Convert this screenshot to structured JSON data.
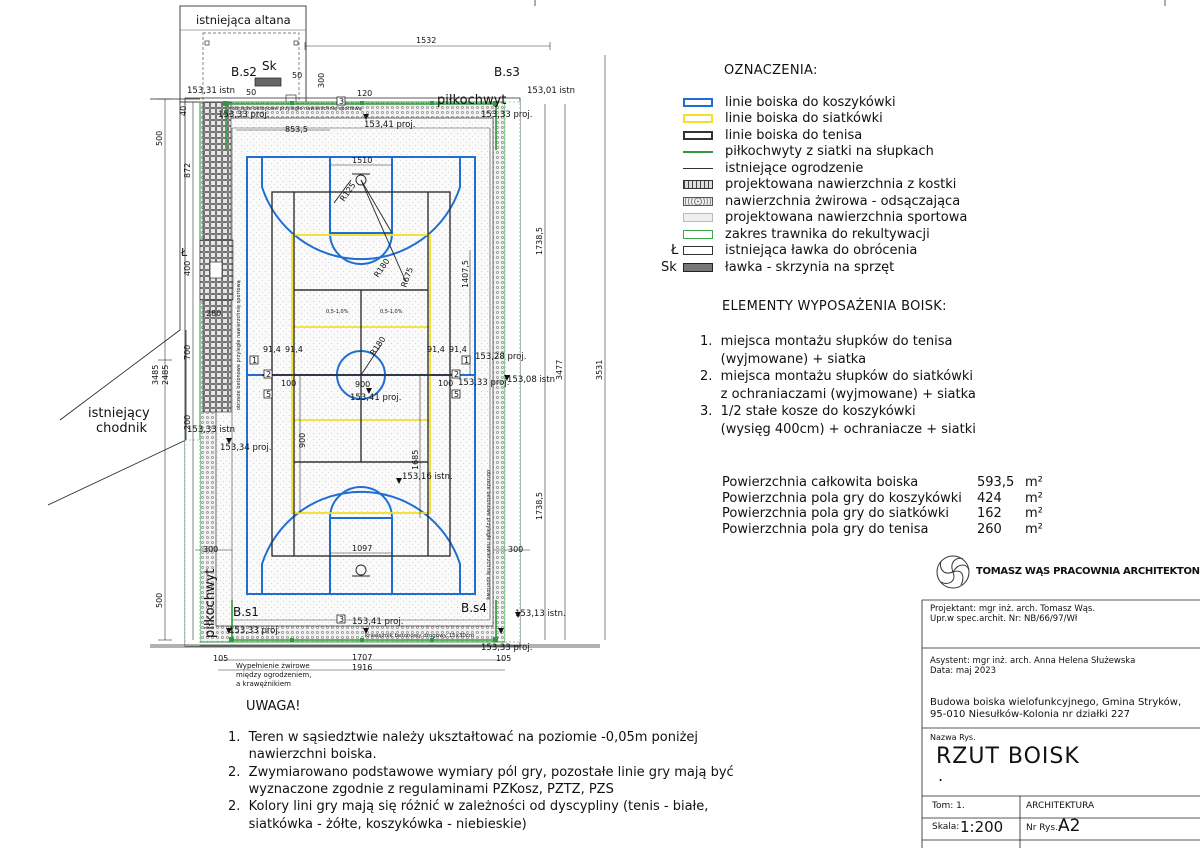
{
  "plan": {
    "labels": {
      "altana": "istniejąca altana",
      "bs1": "B.s1",
      "bs2": "B.s2",
      "bs3": "B.s3",
      "bs4": "B.s4",
      "sk": "Sk",
      "pilkochwyt_top": "piłkochwyt",
      "pilkochwyt_left": "piłkochwyt",
      "chodnik1": "istniejący",
      "chodnik2": "chodnik",
      "l_mark": "Ł",
      "wypelnienie1": "Wypełnienie żwirowe",
      "wypelnienie2": "między ogrodzeniem,",
      "wypelnienie3": "a krawężnikiem",
      "kraweznik": "krawężnik betonowy drogowy 15x30cm",
      "obrzeze": "obrzeże betonowe przyległe nawierzchnię sportową"
    },
    "dims": {
      "d1532": "1532",
      "d1510": "1510",
      "d8535": "853,5",
      "d300a": "300",
      "d120": "120",
      "d500a": "500",
      "d872": "872",
      "d400": "400",
      "d280": "280",
      "d700": "700",
      "d200": "200",
      "d500b": "500",
      "d3485": "3485",
      "d2485": "2485",
      "d17385a": "1738,5",
      "d17385b": "1738,5",
      "d3477": "3477",
      "d3531": "3531",
      "d14075": "1407,5",
      "d1685": "1685",
      "d900a": "900",
      "d900b": "900",
      "d1097": "1097",
      "d105a": "105",
      "d105b": "105",
      "d1707": "1707",
      "d1916": "1916",
      "d914a": "91,4",
      "d914b": "91,4",
      "d914c": "91,4",
      "d914d": "91,4",
      "d100a": "100",
      "d100b": "100",
      "d300b": "300",
      "d300c": "300",
      "r125": "R125",
      "r180": "R180",
      "r675": "R675",
      "r180b": "R180",
      "n1a": "1",
      "n1b": "1",
      "n2a": "2",
      "n2b": "2",
      "n3a": "3",
      "n3b": "3",
      "n5a": "5",
      "n5b": "5",
      "n50": "50",
      "n50b": "50",
      "n40": "40",
      "slope1": "0,5-1,0%",
      "slope2": "0,5-1,0%"
    },
    "levels": {
      "l1": "153,31 istn",
      "l2": "153,33 proj.",
      "l3": "153,41 proj.",
      "l4": "153,33 proj.",
      "l5": "153,01 istn",
      "l6": "153,28 proj.",
      "l7": "153,33 proj.",
      "l8": "153,08 istn",
      "l9": "153,41 proj.",
      "l10": "153,33 istn",
      "l11": "153,34 proj.",
      "l12": "153,16 istn.",
      "l13": "153,13 istn.",
      "l14": "153,33 proj.",
      "l15": "153,41 proj.",
      "l16": "153,33 proj."
    }
  },
  "legend": {
    "title": "OZNACZENIA:",
    "items": [
      {
        "label": "linie boiska do koszykówki",
        "color": "#1e6fd1"
      },
      {
        "label": "linie boiska do siatkówki",
        "color": "#f2e02a"
      },
      {
        "label": "linie boiska do tenisa",
        "color": "#333333"
      },
      {
        "label": "piłkochwyty z siatki na słupkach",
        "color": "#2e9a3c"
      },
      {
        "label": "istniejące ogrodzenie",
        "color": "#333333"
      },
      {
        "label": "projektowana nawierzchnia z kostki",
        "color": "#555555"
      },
      {
        "label": "nawierzchnia żwirowa - odsączająca",
        "color": "#777777"
      },
      {
        "label": "projektowana nawierzchnia sportowa",
        "color": "#cccccc"
      },
      {
        "label": "zakres trawnika do rekultywacji",
        "color": "#3caa4a"
      },
      {
        "label": "istniejąca ławka do obrócenia",
        "prefix": "Ł",
        "color": "#333333"
      },
      {
        "label": "ławka - skrzynia na sprzęt",
        "prefix": "Sk",
        "color": "#555555"
      }
    ]
  },
  "equipment": {
    "title": "ELEMENTY WYPOSAŻENIA BOISK:",
    "lines": [
      "1.  miejsca montażu słupków do tenisa",
      "     (wyjmowane) + siatka",
      "2.  miejsca montażu słupków do siatkówki",
      "     z ochraniaczami (wyjmowane) + siatka",
      "3.  1/2 stałe kosze do koszykówki",
      "     (wysięg 400cm) + ochraniacze + siatki"
    ]
  },
  "areas": [
    {
      "label": "Powierzchnia całkowita boiska",
      "value": "593,5",
      "unit": "m²"
    },
    {
      "label": "Powierzchnia pola gry do koszykówki",
      "value": "424",
      "unit": "m²"
    },
    {
      "label": "Powierzchnia pola gry do siatkówki",
      "value": "162",
      "unit": "m²"
    },
    {
      "label": "Powierzchnia pola gry do tenisa",
      "value": "260",
      "unit": "m²"
    }
  ],
  "notes": {
    "title": "UWAGA!",
    "lines": [
      "1.  Teren w sąsiedztwie należy ukształtować na poziomie -0,05m poniżej",
      "     nawierzchni boiska.",
      "2.  Zwymiarowano podstawowe wymiary pól gry, pozostałe linie gry mają być",
      "     wyznaczone zgodnie z regulaminami PZKosz, PZTZ, PZS",
      "2.  Kolory lini gry mają się różnić w zależności od dyscypliny (tenis - białe,",
      "     siatkówka - żółte, koszykówka - niebieskie)"
    ]
  },
  "titleblock": {
    "firm": "TOMASZ WĄS PRACOWNIA ARCHITEKTONICZNA",
    "projektant1": "Projektant: mgr inż. arch. Tomasz Wąs.",
    "projektant2": "Upr.w spec.archit. Nr: NB/66/97/Wł",
    "asystent1": "Asystent: mgr inż. arch. Anna Helena Służewska",
    "asystent2": "Data: maj 2023",
    "opis1": "Budowa boiska wielofunkcyjnego, Gmina Stryków,",
    "opis2": "95-010 Niesułków-Kolonia nr działki 227",
    "nazwa_label": "Nazwa Rys.",
    "nazwa": "RZUT BOISK",
    "dot": ".",
    "tom": "Tom:  1.",
    "branza": "ARCHITEKTURA",
    "skala_label": "Skala:",
    "skala": "1:200",
    "nr_label": "Nr Rys.:",
    "nr": "A2"
  }
}
